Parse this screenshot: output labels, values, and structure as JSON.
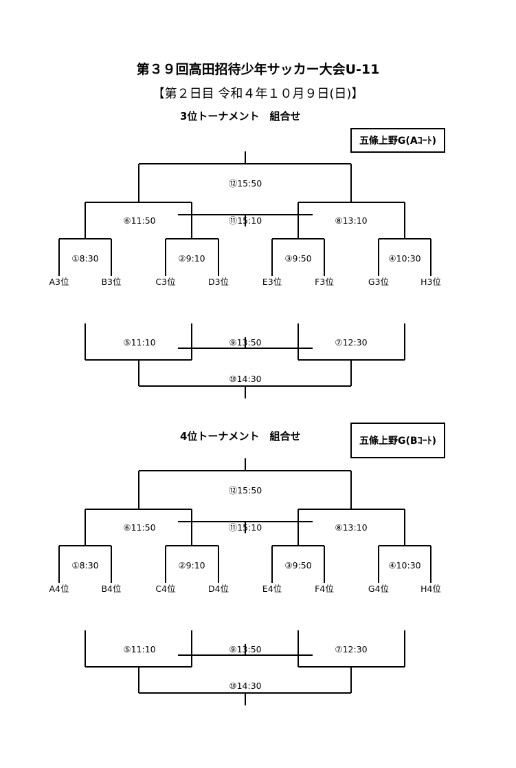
{
  "header": {
    "title": "第３９回高田招待少年サッカー大会U-11",
    "subtitle": "【第２日目 令和４年１０月９日(日)】"
  },
  "sections": [
    {
      "title": "3位トーナメント　組合せ",
      "venue": "五條上野G(Aｺｰﾄ)",
      "teams": [
        "A3位",
        "B3位",
        "C3位",
        "D3位",
        "E3位",
        "F3位",
        "G3位",
        "H3位"
      ],
      "matches": {
        "m1": "①8:30",
        "m2": "②9:10",
        "m3": "③9:50",
        "m4": "④10:30",
        "m6": "⑥11:50",
        "m8": "⑧13:10",
        "m11": "⑪15:10",
        "m12": "⑫15:50",
        "m5": "⑤11:10",
        "m7": "⑦12:30",
        "m9": "⑨13:50",
        "m10": "⑩14:30"
      }
    },
    {
      "title": "4位トーナメント　組合せ",
      "venue": "五條上野G(Bｺｰﾄ)",
      "teams": [
        "A4位",
        "B4位",
        "C4位",
        "D4位",
        "E4位",
        "F4位",
        "G4位",
        "H4位"
      ],
      "matches": {
        "m1": "①8:30",
        "m2": "②9:10",
        "m3": "③9:50",
        "m4": "④10:30",
        "m6": "⑥11:50",
        "m8": "⑧13:10",
        "m11": "⑪15:10",
        "m12": "⑫15:50",
        "m5": "⑤11:10",
        "m7": "⑦12:30",
        "m9": "⑨13:50",
        "m10": "⑩14:30"
      }
    }
  ]
}
